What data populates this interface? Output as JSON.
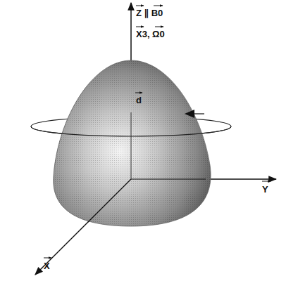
{
  "diagram": {
    "labels": [
      "Z ∥ B0",
      "X3, Ω0",
      "d",
      "Y",
      "X"
    ]
  }
}
